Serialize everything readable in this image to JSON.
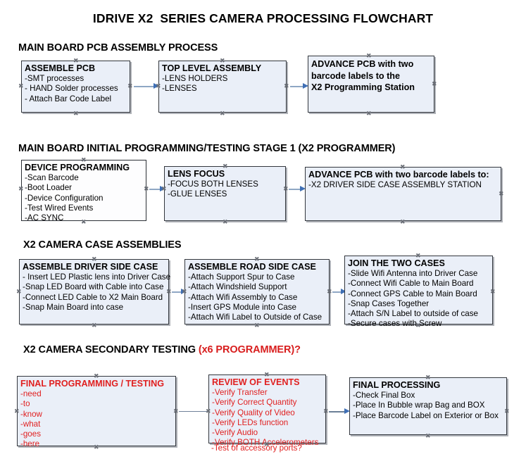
{
  "document": {
    "title": "IDRIVE X2  SERIES CAMERA PROCESSING FLOWCHART",
    "accent_red": "#e02020",
    "node_fill": "#eaeff8",
    "node_border": "#33373d",
    "connector_color": "#8fa7c4"
  },
  "sections": [
    {
      "id": "main-board-pcb-assembly",
      "heading": "MAIN BOARD PCB ASSEMBLY PROCESS",
      "heading_note": "",
      "nodes": [
        {
          "id": "assemble-pcb",
          "title": "ASSEMBLE PCB",
          "lines": [
            "-SMT processes",
            "- HAND Solder processes",
            "- Attach Bar Code Label"
          ],
          "style": "blue"
        },
        {
          "id": "top-level-assembly",
          "title": "TOP LEVEL ASSEMBLY",
          "lines": [
            "-LENS HOLDERS",
            "-LENSES"
          ],
          "style": "blue"
        },
        {
          "id": "advance-pcb-x2-programming-station",
          "title": "ADVANCE PCB with two\nbarcode labels to the\n X2 Programming Station",
          "lines": [],
          "style": "blue"
        }
      ]
    },
    {
      "id": "main-board-initial-programming",
      "heading": "MAIN BOARD INITIAL PROGRAMMING/TESTING STAGE 1 (X2 PROGRAMMER)",
      "heading_note": "",
      "nodes": [
        {
          "id": "device-programming",
          "title": "DEVICE PROGRAMMING",
          "lines": [
            "-Scan Barcode",
            "-Boot Loader",
            "-Device Configuration",
            "-Test Wired Events",
            "-AC SYNC"
          ],
          "style": "plain"
        },
        {
          "id": "lens-focus",
          "title": "LENS FOCUS",
          "lines": [
            "-FOCUS BOTH LENSES",
            "-GLUE LENSES"
          ],
          "style": "blue"
        },
        {
          "id": "advance-pcb-driver-side-case",
          "title": "ADVANCE PCB with two barcode labels to:",
          "lines": [
            "-X2 DRIVER  SIDE  CASE  ASSEMBLY STATION"
          ],
          "style": "blue"
        }
      ]
    },
    {
      "id": "x2-camera-case-assemblies",
      "heading": "X2 CAMERA CASE ASSEMBLIES",
      "heading_note": "",
      "nodes": [
        {
          "id": "assemble-driver-side-case",
          "title": "ASSEMBLE DRIVER SIDE CASE",
          "lines": [
            "- Insert LED Plastic lens into Driver Case",
            "-Snap LED Board with Cable into Case",
            "-Connect LED Cable to X2 Main Board",
            "-Snap Main Board into case"
          ],
          "style": "blue"
        },
        {
          "id": "assemble-road-side-case",
          "title": "ASSEMBLE ROAD SIDE CASE",
          "lines": [
            "-Attach Support Spur to Case",
            "-Attach Windshield Support",
            "-Attach Wifi Assembly to Case",
            "-Insert GPS Module into Case",
            "-Attach Wifi Label to Outside of Case"
          ],
          "style": "blue"
        },
        {
          "id": "join-the-two-cases",
          "title": "JOIN THE TWO CASES",
          "lines": [
            "-Slide Wifi Antenna into Driver Case",
            "-Connect Wifi Cable to Main Board",
            "-Connect GPS Cable to Main Board",
            "-Snap Cases Together",
            "-Attach S/N Label to outside of case",
            "-Secure cases with Screw"
          ],
          "style": "blue"
        }
      ]
    },
    {
      "id": "x2-camera-secondary-testing",
      "heading": "X2 CAMERA SECONDARY TESTING ",
      "heading_note": "(x6 PROGRAMMER)?",
      "nodes": [
        {
          "id": "final-programming-testing",
          "title": "FINAL PROGRAMMING / TESTING",
          "lines": [
            "-need",
            "-to",
            "-know",
            "-what",
            "-goes",
            "-here"
          ],
          "style": "blue red"
        },
        {
          "id": "review-of-events",
          "title": "REVIEW OF EVENTS",
          "lines": [
            "-Verify Transfer",
            "-Verify Correct Quantity",
            "-Verify Quality of Video",
            "-Verify LEDs function",
            "-Verify Audio",
            "-Verify BOTH Accelerometers"
          ],
          "overflow_line": "-Test of accessory ports?",
          "style": "blue red"
        },
        {
          "id": "final-processing",
          "title": "FINAL PROCESSING",
          "lines": [
            " -Check Final Box",
            "-Place In Bubble wrap Bag and BOX",
            "-Place Barcode Label on Exterior or Box"
          ],
          "style": "blue"
        }
      ]
    }
  ]
}
